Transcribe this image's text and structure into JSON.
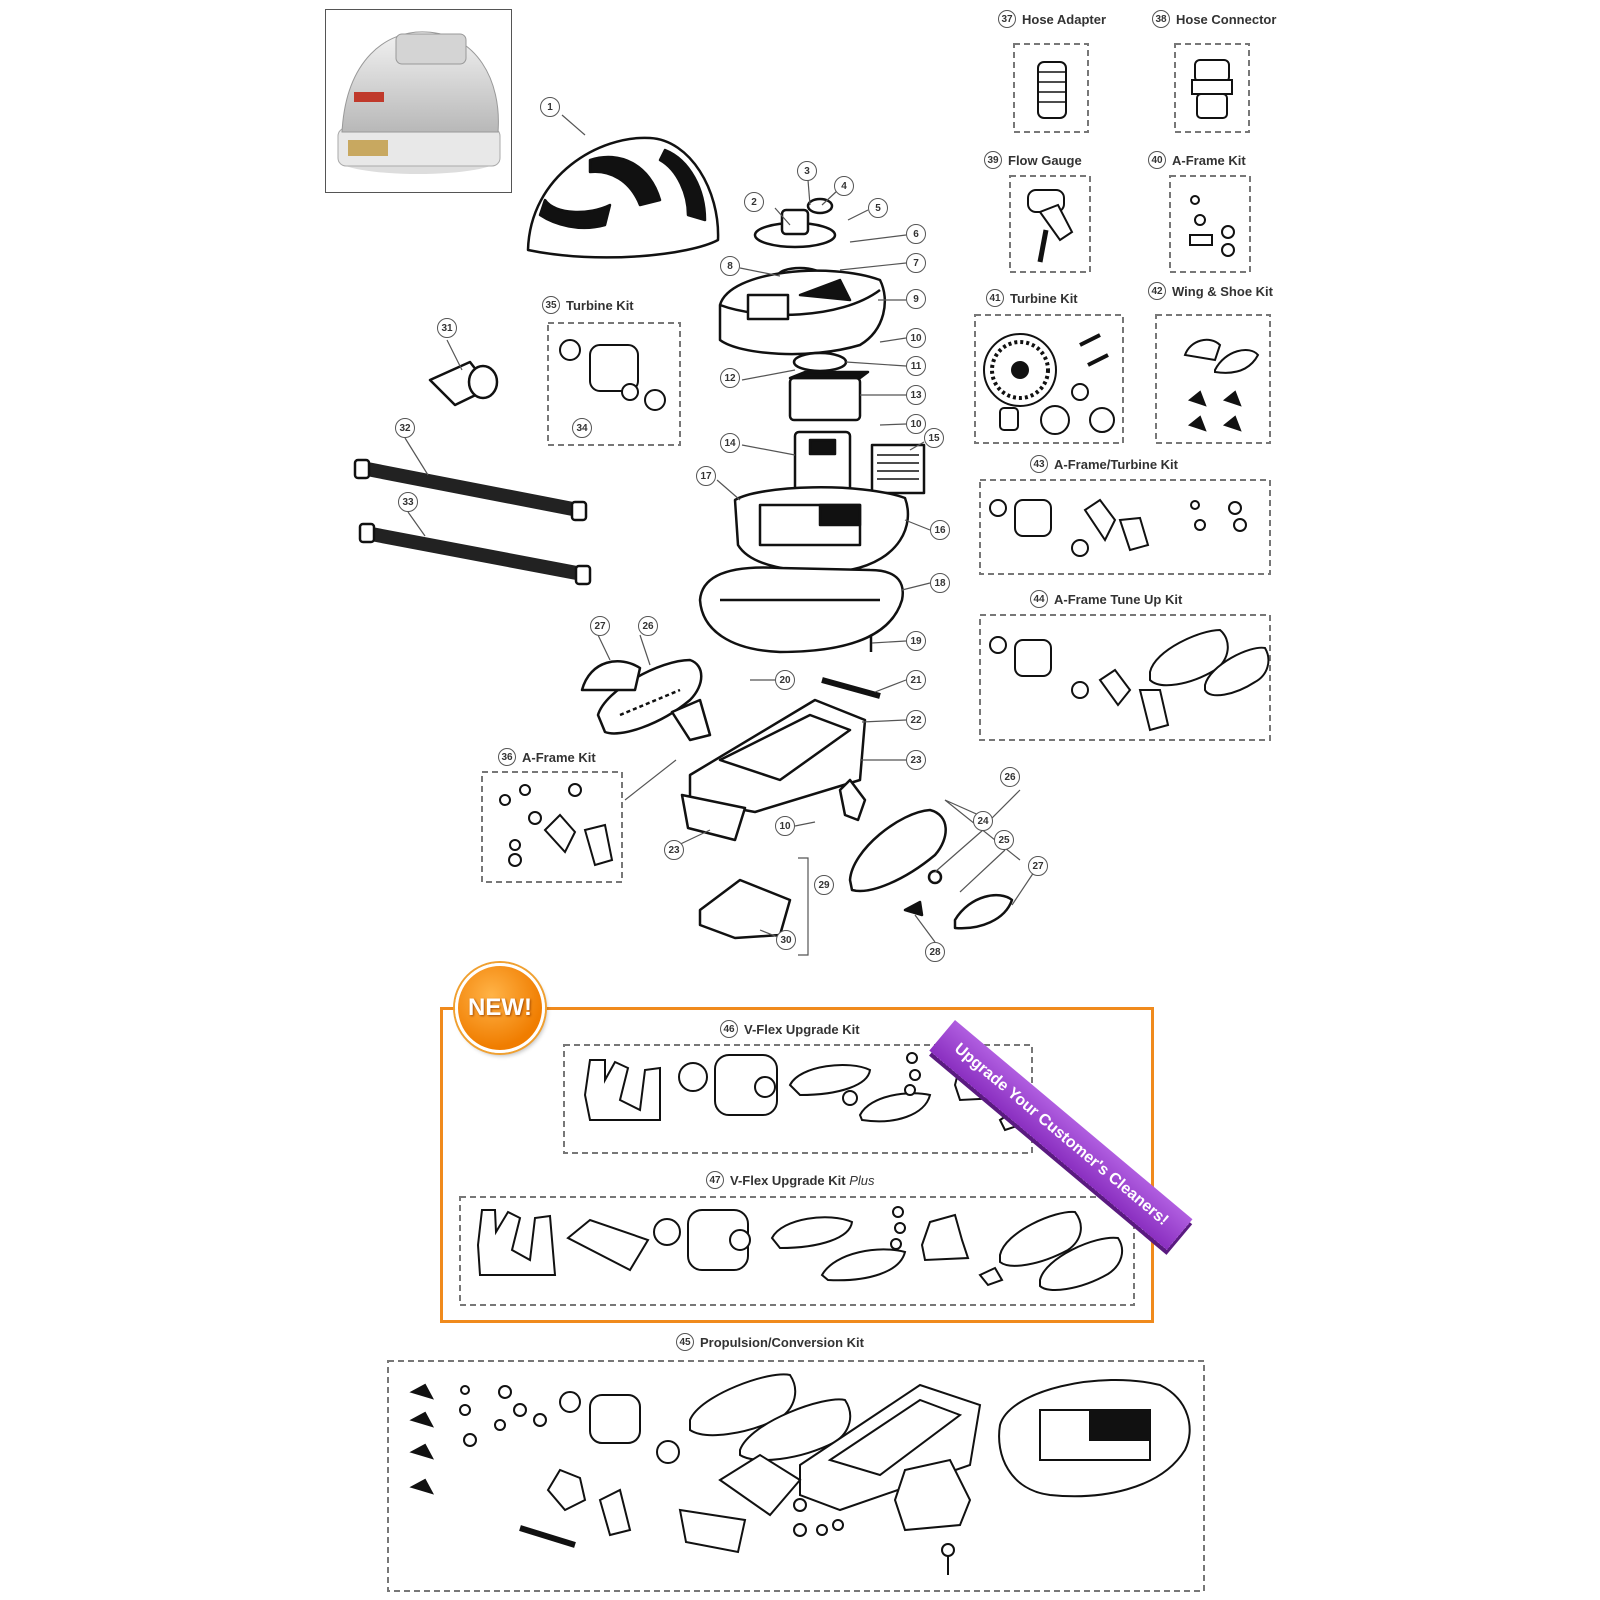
{
  "new_badge": "NEW!",
  "ribbon_text": "Upgrade Your Customer's Cleaners!",
  "kits": {
    "k37": {
      "num": "37",
      "title": "Hose Adapter"
    },
    "k38": {
      "num": "38",
      "title": "Hose Connector"
    },
    "k39": {
      "num": "39",
      "title": "Flow Gauge"
    },
    "k40": {
      "num": "40",
      "title": "A-Frame Kit"
    },
    "k41": {
      "num": "41",
      "title": "Turbine Kit"
    },
    "k42": {
      "num": "42",
      "title": "Wing & Shoe Kit"
    },
    "k43": {
      "num": "43",
      "title": "A-Frame/Turbine Kit"
    },
    "k44": {
      "num": "44",
      "title": "A-Frame Tune Up Kit"
    },
    "k35": {
      "num": "35",
      "title": "Turbine Kit"
    },
    "k36": {
      "num": "36",
      "title": "A-Frame Kit"
    },
    "k46": {
      "num": "46",
      "title": "V-Flex Upgrade Kit"
    },
    "k47": {
      "num": "47",
      "title_main": "V-Flex Upgrade Kit ",
      "title_em": "Plus"
    },
    "k45": {
      "num": "45",
      "title": "Propulsion/Conversion Kit"
    }
  },
  "callouts": {
    "c1": "1",
    "c2": "2",
    "c3": "3",
    "c4": "4",
    "c5": "5",
    "c6": "6",
    "c7": "7",
    "c8": "8",
    "c9": "9",
    "c10a": "10",
    "c11": "11",
    "c12": "12",
    "c13": "13",
    "c10b": "10",
    "c14": "14",
    "c15": "15",
    "c16": "16",
    "c17": "17",
    "c18": "18",
    "c19": "19",
    "c20": "20",
    "c21": "21",
    "c22": "22",
    "c23a": "23",
    "c23b": "23",
    "c10c": "10",
    "c24": "24",
    "c25": "25",
    "c26a": "26",
    "c26b": "26",
    "c27a": "27",
    "c27b": "27",
    "c28": "28",
    "c29": "29",
    "c30": "30",
    "c31": "31",
    "c32": "32",
    "c33": "33",
    "c34": "34"
  }
}
